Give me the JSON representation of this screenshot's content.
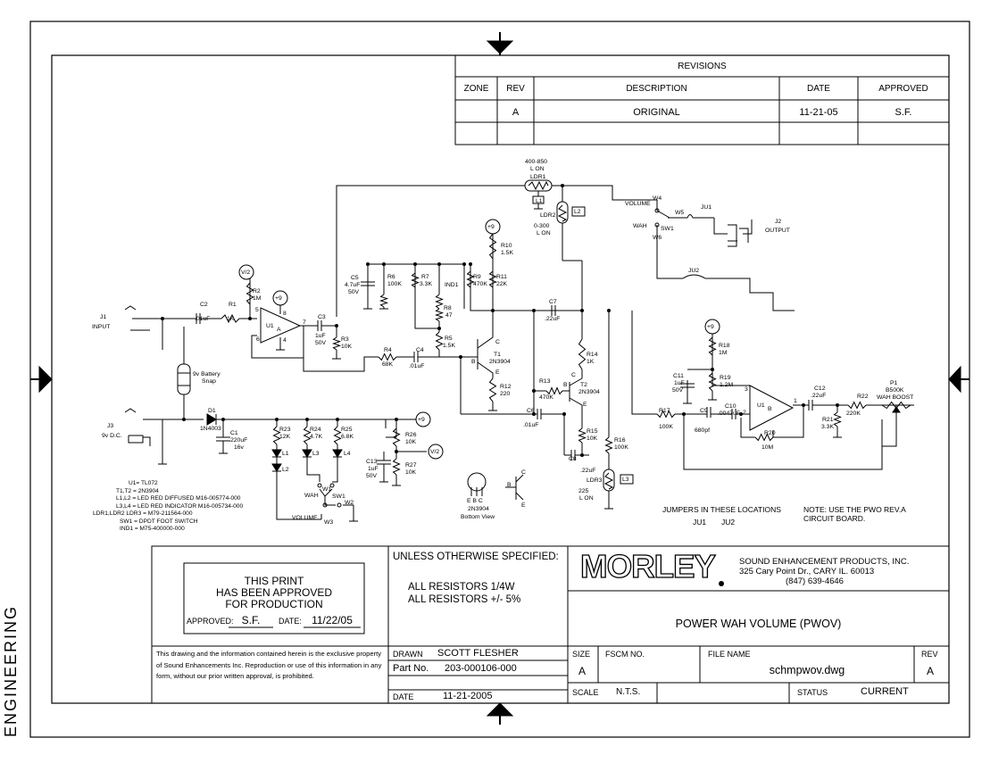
{
  "sidebar_label": "ENGINEERING",
  "revisions": {
    "title": "REVISIONS",
    "headers": [
      "ZONE",
      "REV",
      "DESCRIPTION",
      "DATE",
      "APPROVED"
    ],
    "rows": [
      {
        "zone": "",
        "rev": "A",
        "description": "ORIGINAL",
        "date": "11-21-05",
        "approved": "S.F."
      },
      {
        "zone": "",
        "rev": "",
        "description": "",
        "date": "",
        "approved": ""
      }
    ]
  },
  "approval": {
    "line1": "THIS PRINT",
    "line2": "HAS BEEN APPROVED",
    "line3": "FOR PRODUCTION",
    "approved_label": "APPROVED:",
    "approved_value": "S.F.",
    "date_label": "DATE:",
    "date_value": "11/22/05"
  },
  "unless": {
    "title": "UNLESS OTHERWISE SPECIFIED:",
    "line1": "ALL RESISTORS 1/4W",
    "line2": "ALL RESISTORS +/- 5%"
  },
  "company": {
    "logo": "MORLEY",
    "line1": "SOUND ENHANCEMENT PRODUCTS, INC.",
    "line2": "325 Cary Point Dr., CARY IL. 60013",
    "line3": "(847) 639-4646"
  },
  "drawing_title": "POWER WAH VOLUME (PWOV)",
  "disclaimer": "This drawing and the information contained herein is the exclusive property of Sound Enhancements Inc. Reproduction or use of this information in any form, without our prior written approval, is prohibited.",
  "title_block": {
    "drawn_label": "DRAWN",
    "drawn_value": "SCOTT FLESHER",
    "part_label": "Part No.",
    "part_value": "203-000106-000",
    "date_label": "DATE",
    "date_value": "11-21-2005",
    "size_label": "SIZE",
    "size_value": "A",
    "fscm_label": "FSCM NO.",
    "file_label": "FILE NAME",
    "file_value": "schmpwov.dwg",
    "rev_label": "REV",
    "rev_value": "A",
    "scale_label": "SCALE",
    "scale_value": "N.T.S.",
    "status_label": "STATUS",
    "status_value": "CURRENT"
  },
  "notes": {
    "jumpers_title": "JUMPERS IN THESE LOCATIONS",
    "jumper1": "JU1",
    "jumper2": "JU2",
    "note_line1": "NOTE: USE THE PWO REV.A",
    "note_line2": "CIRCUIT BOARD."
  },
  "parts_list": [
    "U1= TL072",
    "T1,T2 = 2N3904",
    "L1,L2 = LED RED DIFFUSED M16-005774-000",
    "L3,L4 = LED RED INDICATOR M16-005734-000",
    "LDR1,LDR2 LDR3 = M79-211564-000",
    "SW1 = DPDT FOOT SWITCH",
    "IND1 = M75-400000-000"
  ],
  "schematic_labels": [
    {
      "id": "ldr1-range",
      "text": "400-850"
    },
    {
      "id": "ldr1-on",
      "text": "L ON"
    },
    {
      "id": "ldr1",
      "text": "LDR1"
    },
    {
      "id": "l1-tag",
      "text": "L1"
    },
    {
      "id": "ldr2",
      "text": "LDR2"
    },
    {
      "id": "ldr2-range",
      "text": "0-300"
    },
    {
      "id": "ldr2-on",
      "text": "L ON"
    },
    {
      "id": "l2-tag",
      "text": "L2"
    },
    {
      "id": "volume-top",
      "text": "VOLUME"
    },
    {
      "id": "w4",
      "text": "W4"
    },
    {
      "id": "w5",
      "text": "W5"
    },
    {
      "id": "ju1",
      "text": "JU1"
    },
    {
      "id": "wah-top",
      "text": "WAH"
    },
    {
      "id": "sw1-top",
      "text": "SW1"
    },
    {
      "id": "w6",
      "text": "W6"
    },
    {
      "id": "j2",
      "text": "J2"
    },
    {
      "id": "output",
      "text": "OUTPUT"
    },
    {
      "id": "ju2",
      "text": "JU2"
    },
    {
      "id": "v2-a",
      "text": "V/2"
    },
    {
      "id": "r2",
      "text": "R2"
    },
    {
      "id": "r2v",
      "text": "1M"
    },
    {
      "id": "p9-a",
      "text": "+9"
    },
    {
      "id": "c2",
      "text": "C2"
    },
    {
      "id": "c2v",
      "text": ".01uF"
    },
    {
      "id": "r1",
      "text": "R1"
    },
    {
      "id": "r1v",
      "text": "1K"
    },
    {
      "id": "u1a",
      "text": "U1"
    },
    {
      "id": "u1a-a",
      "text": "A"
    },
    {
      "id": "pin5",
      "text": "5"
    },
    {
      "id": "pin6",
      "text": "6"
    },
    {
      "id": "pin7",
      "text": "7"
    },
    {
      "id": "pin8",
      "text": "8"
    },
    {
      "id": "pin4",
      "text": "4"
    },
    {
      "id": "j1",
      "text": "J1"
    },
    {
      "id": "input",
      "text": "INPUT"
    },
    {
      "id": "c3",
      "text": "C3"
    },
    {
      "id": "c3v1",
      "text": "1uF"
    },
    {
      "id": "c3v2",
      "text": "50V"
    },
    {
      "id": "r3",
      "text": "R3"
    },
    {
      "id": "r3v",
      "text": "10K"
    },
    {
      "id": "c5",
      "text": "C5"
    },
    {
      "id": "c5v1",
      "text": "4.7uF"
    },
    {
      "id": "c5v2",
      "text": "50V"
    },
    {
      "id": "r6",
      "text": "R6"
    },
    {
      "id": "r6v",
      "text": "100K"
    },
    {
      "id": "r7",
      "text": "R7"
    },
    {
      "id": "r7v",
      "text": "3.3K"
    },
    {
      "id": "ind1",
      "text": "IND1"
    },
    {
      "id": "r9",
      "text": "R9"
    },
    {
      "id": "r9v",
      "text": "470K"
    },
    {
      "id": "r11",
      "text": "R11"
    },
    {
      "id": "r11v",
      "text": "22K"
    },
    {
      "id": "p9-b",
      "text": "+9"
    },
    {
      "id": "r10",
      "text": "R10"
    },
    {
      "id": "r10v",
      "text": "1.5K"
    },
    {
      "id": "r8",
      "text": "R8"
    },
    {
      "id": "r8v",
      "text": "47"
    },
    {
      "id": "r5",
      "text": "R5"
    },
    {
      "id": "r5v",
      "text": "1.5K"
    },
    {
      "id": "r4",
      "text": "R4"
    },
    {
      "id": "r4v",
      "text": "68K"
    },
    {
      "id": "c4",
      "text": "C4"
    },
    {
      "id": "c4v",
      "text": ".01uF"
    },
    {
      "id": "t1",
      "text": "T1"
    },
    {
      "id": "t1v",
      "text": "2N3904"
    },
    {
      "id": "r12",
      "text": "R12"
    },
    {
      "id": "r12v",
      "text": "220"
    },
    {
      "id": "c7",
      "text": "C7"
    },
    {
      "id": "c7v",
      "text": ".22uF"
    },
    {
      "id": "r14",
      "text": "R14"
    },
    {
      "id": "r14v",
      "text": "1K"
    },
    {
      "id": "r13",
      "text": "R13"
    },
    {
      "id": "r13v",
      "text": "470K"
    },
    {
      "id": "t2",
      "text": "T2"
    },
    {
      "id": "t2v",
      "text": "2N3904"
    },
    {
      "id": "c6",
      "text": "C6"
    },
    {
      "id": "c6v",
      "text": ".01uF"
    },
    {
      "id": "r15",
      "text": "R15"
    },
    {
      "id": "r15v",
      "text": "10K"
    },
    {
      "id": "r16",
      "text": "R16"
    },
    {
      "id": "r16v",
      "text": "100K"
    },
    {
      "id": "c8",
      "text": "C8"
    },
    {
      "id": "c8v",
      "text": ".22uF"
    },
    {
      "id": "ldr3",
      "text": "LDR3"
    },
    {
      "id": "ldr3-range",
      "text": "225"
    },
    {
      "id": "ldr3-on",
      "text": "L ON"
    },
    {
      "id": "l3-tag",
      "text": "L3"
    },
    {
      "id": "battery",
      "text": "9v Battery"
    },
    {
      "id": "snap",
      "text": "Snap"
    },
    {
      "id": "j3",
      "text": "J3"
    },
    {
      "id": "j3v",
      "text": "9v D.C."
    },
    {
      "id": "d1",
      "text": "D1"
    },
    {
      "id": "d1v",
      "text": "1N4003"
    },
    {
      "id": "c1",
      "text": "C1"
    },
    {
      "id": "c1v1",
      "text": "220uF"
    },
    {
      "id": "c1v2",
      "text": "16v"
    },
    {
      "id": "r23",
      "text": "R23"
    },
    {
      "id": "r23v",
      "text": "12K"
    },
    {
      "id": "r24",
      "text": "R24"
    },
    {
      "id": "r24v",
      "text": "4.7K"
    },
    {
      "id": "r25",
      "text": "R25"
    },
    {
      "id": "r25v",
      "text": "6.8K"
    },
    {
      "id": "l1",
      "text": "L1"
    },
    {
      "id": "l2",
      "text": "L2"
    },
    {
      "id": "l3",
      "text": "L3"
    },
    {
      "id": "l4",
      "text": "L4"
    },
    {
      "id": "wah-bot",
      "text": "WAH"
    },
    {
      "id": "w1",
      "text": "W1"
    },
    {
      "id": "sw1-bot",
      "text": "SW1"
    },
    {
      "id": "volume-bot",
      "text": "VOLUME"
    },
    {
      "id": "w3",
      "text": "W3"
    },
    {
      "id": "w2",
      "text": "W2"
    },
    {
      "id": "p9-c",
      "text": "+9"
    },
    {
      "id": "r26",
      "text": "R26"
    },
    {
      "id": "r26v",
      "text": "10K"
    },
    {
      "id": "v2-b",
      "text": "V/2"
    },
    {
      "id": "c13",
      "text": "C13"
    },
    {
      "id": "c13v1",
      "text": "1uF"
    },
    {
      "id": "c13v2",
      "text": "50V"
    },
    {
      "id": "r27",
      "text": "R27"
    },
    {
      "id": "r27v",
      "text": "10K"
    },
    {
      "id": "pinout-ebc",
      "text": "E B C"
    },
    {
      "id": "pinout-part",
      "text": "2N3904"
    },
    {
      "id": "pinout-view",
      "text": "Bottom View"
    },
    {
      "id": "sym-c",
      "text": "C"
    },
    {
      "id": "sym-b",
      "text": "B"
    },
    {
      "id": "sym-e",
      "text": "E"
    },
    {
      "id": "p9-d",
      "text": "+9"
    },
    {
      "id": "r18",
      "text": "R18"
    },
    {
      "id": "r18v",
      "text": "1M"
    },
    {
      "id": "c11",
      "text": "C11"
    },
    {
      "id": "c11v1",
      "text": "1uF"
    },
    {
      "id": "c11v2",
      "text": "50V"
    },
    {
      "id": "r19",
      "text": "R19"
    },
    {
      "id": "r19v",
      "text": "1.2M"
    },
    {
      "id": "u1b",
      "text": "U1"
    },
    {
      "id": "u1b-b",
      "text": "B"
    },
    {
      "id": "pin3",
      "text": "3"
    },
    {
      "id": "pin2",
      "text": "2"
    },
    {
      "id": "pin1",
      "text": "1"
    },
    {
      "id": "r17",
      "text": "R17"
    },
    {
      "id": "r17v",
      "text": "100K"
    },
    {
      "id": "c9",
      "text": "C9"
    },
    {
      "id": "c9v",
      "text": "680pf"
    },
    {
      "id": "c10",
      "text": "C10"
    },
    {
      "id": "c10v",
      "text": ".0047uF"
    },
    {
      "id": "r20",
      "text": "R20"
    },
    {
      "id": "r20v",
      "text": "10M"
    },
    {
      "id": "c12",
      "text": "C12"
    },
    {
      "id": "c12v",
      "text": ".22uF"
    },
    {
      "id": "r22",
      "text": "R22"
    },
    {
      "id": "r22v",
      "text": "220K"
    },
    {
      "id": "r21",
      "text": "R21"
    },
    {
      "id": "r21v",
      "text": "3.3K"
    },
    {
      "id": "p1",
      "text": "P1"
    },
    {
      "id": "p1v",
      "text": "B500K"
    },
    {
      "id": "p1f",
      "text": "WAH BOOST"
    },
    {
      "id": "base-b1",
      "text": "B"
    },
    {
      "id": "coll-c1",
      "text": "C"
    },
    {
      "id": "emit-e1",
      "text": "E"
    },
    {
      "id": "base-b2",
      "text": "B"
    },
    {
      "id": "coll-c2",
      "text": "C"
    },
    {
      "id": "emit-e2",
      "text": "E"
    }
  ]
}
